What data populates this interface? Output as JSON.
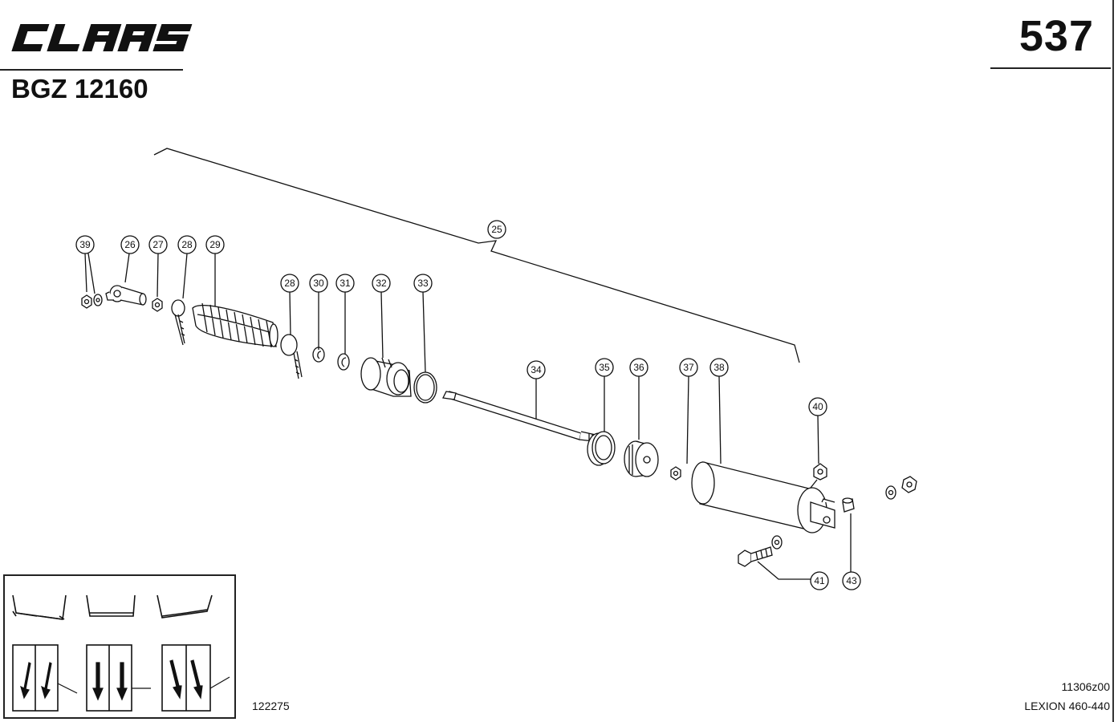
{
  "header": {
    "brand": "CLAAS",
    "page_number": "537",
    "document_code": "BGZ 12160"
  },
  "footer": {
    "drawing_number": "122275",
    "reference_code": "11306z00",
    "model": "LEXION 460-440"
  },
  "callouts": [
    "39",
    "26",
    "27",
    "28",
    "29",
    "28",
    "30",
    "31",
    "32",
    "33",
    "25",
    "34",
    "35",
    "36",
    "37",
    "38",
    "40",
    "41",
    "43"
  ],
  "colors": {
    "line": "#111111",
    "paper": "#ffffff"
  }
}
